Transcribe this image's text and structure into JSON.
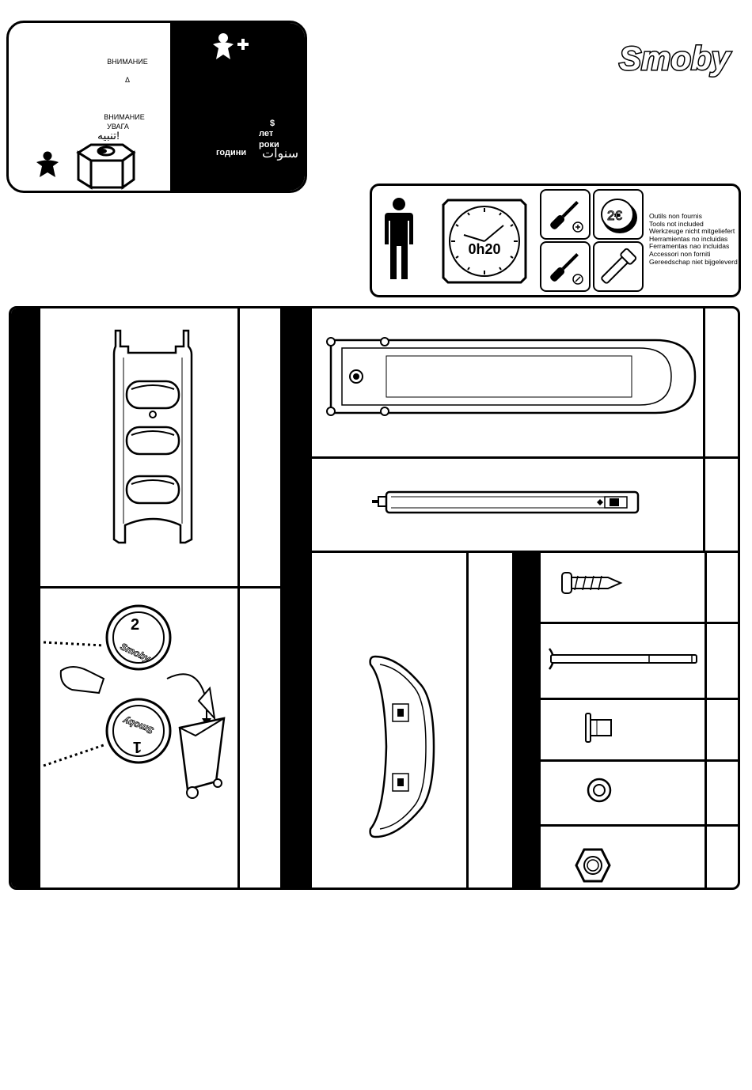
{
  "brand": {
    "logo_text": "Smoby"
  },
  "warning": {
    "heading_1": "ВНИМАНИЕ",
    "symbol": "Δ",
    "heading_2": "ВНИМАНИЕ",
    "heading_3": "УВАГА",
    "heading_arabic": "تنبيه!",
    "age_number": "$",
    "age_unit_1": "лет",
    "age_unit_2": "роки",
    "age_unit_3": "години",
    "age_unit_arabic": "سنوات"
  },
  "tools": {
    "time": "0h20",
    "coin_label": "2€",
    "notes": [
      "Outils non  fournis",
      "Tools not included",
      "Werkzeuge nicht mitgeliefert",
      "Herramientas no incluidas",
      "Ferramentas nao incluidas",
      "Accessori non forniti",
      "Gereedschap niet bijgeleverd"
    ]
  },
  "parts": {
    "recycling_dial_top_number": "2",
    "recycling_dial_bottom_number": "1",
    "recycling_dial_brand": "Smoby"
  },
  "icons": [
    "child-plus-icon",
    "child-icon",
    "hex-box-icon",
    "person-icon",
    "clock-icon",
    "screwdriver-cross-icon",
    "coin-icon",
    "screwdriver-flat-icon",
    "socket-wrench-icon",
    "recycle-bin-icon"
  ]
}
